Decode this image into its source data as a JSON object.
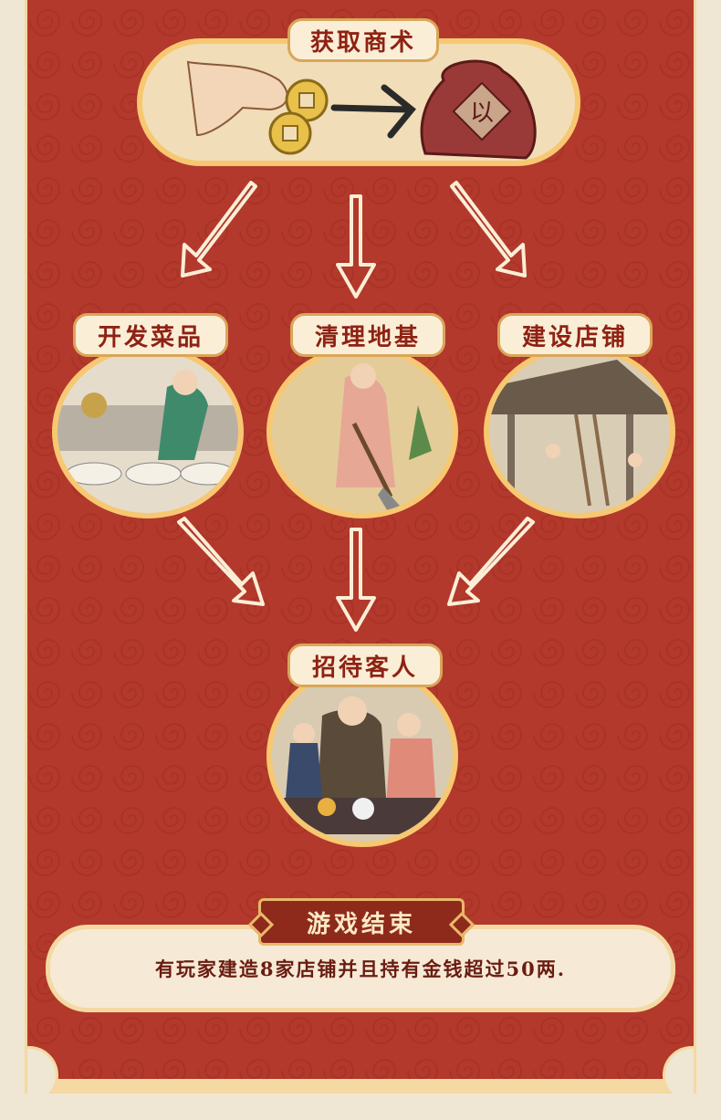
{
  "steps": {
    "acquire": "获取商术",
    "develop_dishes": "开发菜品",
    "clear_ground": "清理地基",
    "build_shop": "建设店铺",
    "receive_guests": "招待客人"
  },
  "game_end": {
    "title": "游戏结束",
    "condition": "有玩家建造8家店铺并且持有金钱超过50两."
  },
  "colors": {
    "panel_red": "#b3392c",
    "cream": "#fbeed6",
    "gold": "#f7c871",
    "dark_red": "#8e2214"
  },
  "icons": {
    "bag_seal_char": "以"
  }
}
